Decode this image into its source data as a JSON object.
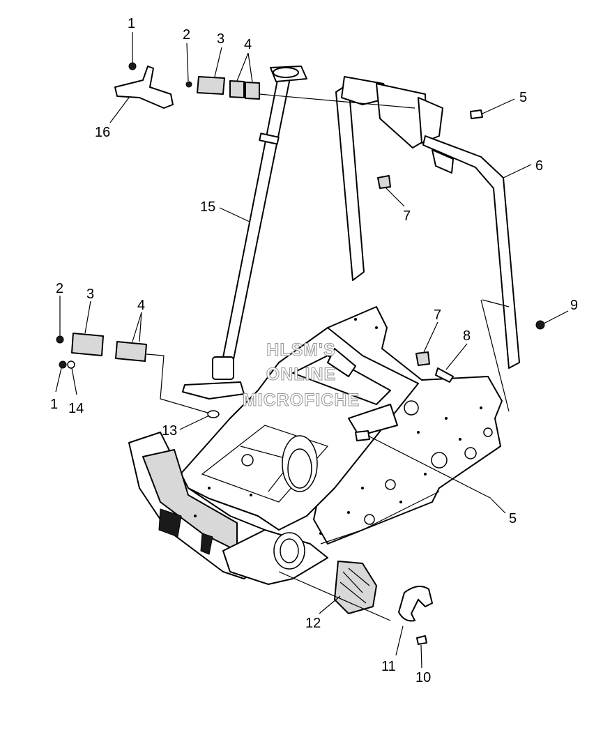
{
  "watermark": {
    "line1": "HLSM'S",
    "line2": "ONLINE",
    "line3": "MICROFICHE"
  },
  "callouts": {
    "c1a": "1",
    "c2a": "2",
    "c3a": "3",
    "c4a": "4",
    "c5a": "5",
    "c6": "6",
    "c7a": "7",
    "c15": "15",
    "c16": "16",
    "c2b": "2",
    "c3b": "3",
    "c4b": "4",
    "c1b": "1",
    "c14": "14",
    "c7b": "7",
    "c8": "8",
    "c9": "9",
    "c13": "13",
    "c5b": "5",
    "c12": "12",
    "c11": "11",
    "c10": "10"
  }
}
